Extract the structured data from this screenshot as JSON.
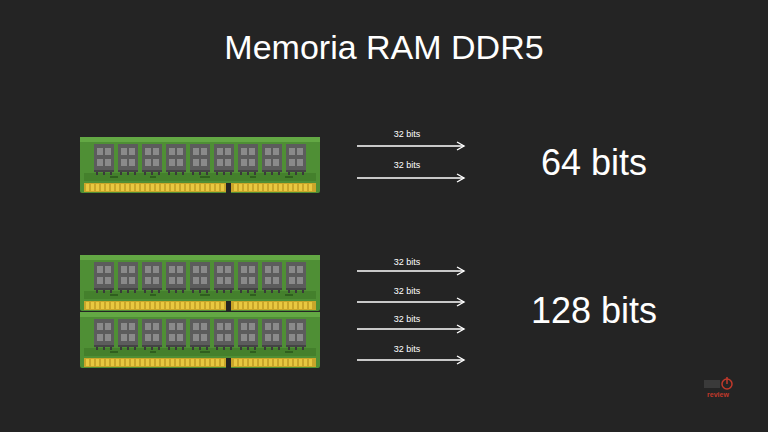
{
  "diagram": {
    "title": "Memoria RAM DDR5",
    "labels": [
      "32 bits",
      "32 bits",
      "64 bits",
      "32 bits",
      "32 bits",
      "32 bits",
      "32 bits",
      "128 bits",
      "review"
    ]
  }
}
